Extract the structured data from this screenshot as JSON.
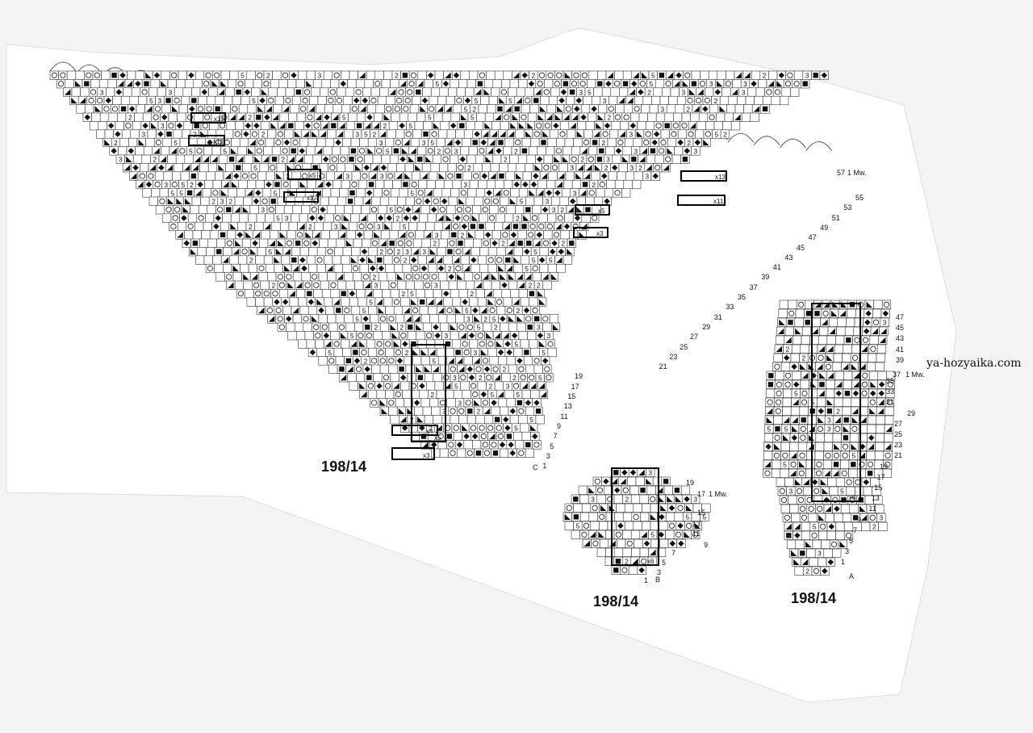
{
  "watermark": "ya-hozyaika.com",
  "charts": [
    {
      "id": "C",
      "caption": "198/14",
      "chart_letter": "C",
      "mw_row": "57",
      "mw_label": "1 Mw.",
      "right_rows": [
        "55",
        "53",
        "51",
        "49",
        "47",
        "45",
        "43",
        "41",
        "39",
        "37",
        "35",
        "33",
        "31",
        "29",
        "27",
        "25",
        "23",
        "21",
        "19",
        "17",
        "15",
        "13",
        "11",
        "9",
        "7",
        "5",
        "3",
        "1"
      ],
      "repeat_marks": [
        "x13",
        "x11",
        "x5",
        "x3",
        "x5",
        "x3",
        "x13",
        "x11",
        "x5",
        "x4",
        "x3"
      ]
    },
    {
      "id": "B",
      "caption": "198/14",
      "chart_letter": "B",
      "mw_row": "17",
      "mw_label": "1 Mw.",
      "right_rows": [
        "19",
        "15",
        "13",
        "11",
        "9",
        "7",
        "5",
        "3",
        "1"
      ],
      "repeat_marks": [
        "x6",
        "x5",
        "x4",
        "x3",
        "x2"
      ]
    },
    {
      "id": "A",
      "caption": "198/14",
      "chart_letter": "A",
      "mw_row": "37",
      "mw_label": "1 Mw.",
      "right_rows": [
        "47",
        "45",
        "43",
        "41",
        "39",
        "35",
        "33",
        "31",
        "29",
        "27",
        "25",
        "23",
        "21",
        "19",
        "17",
        "15",
        "13",
        "11",
        "9",
        "7",
        "5",
        "3",
        "1"
      ],
      "repeat_marks": [
        "x6",
        "x5",
        "x4",
        "x3",
        "x2"
      ]
    }
  ],
  "colors": {
    "paper": "#ffffff",
    "background": "#f4f4f4",
    "ink": "#111111"
  }
}
